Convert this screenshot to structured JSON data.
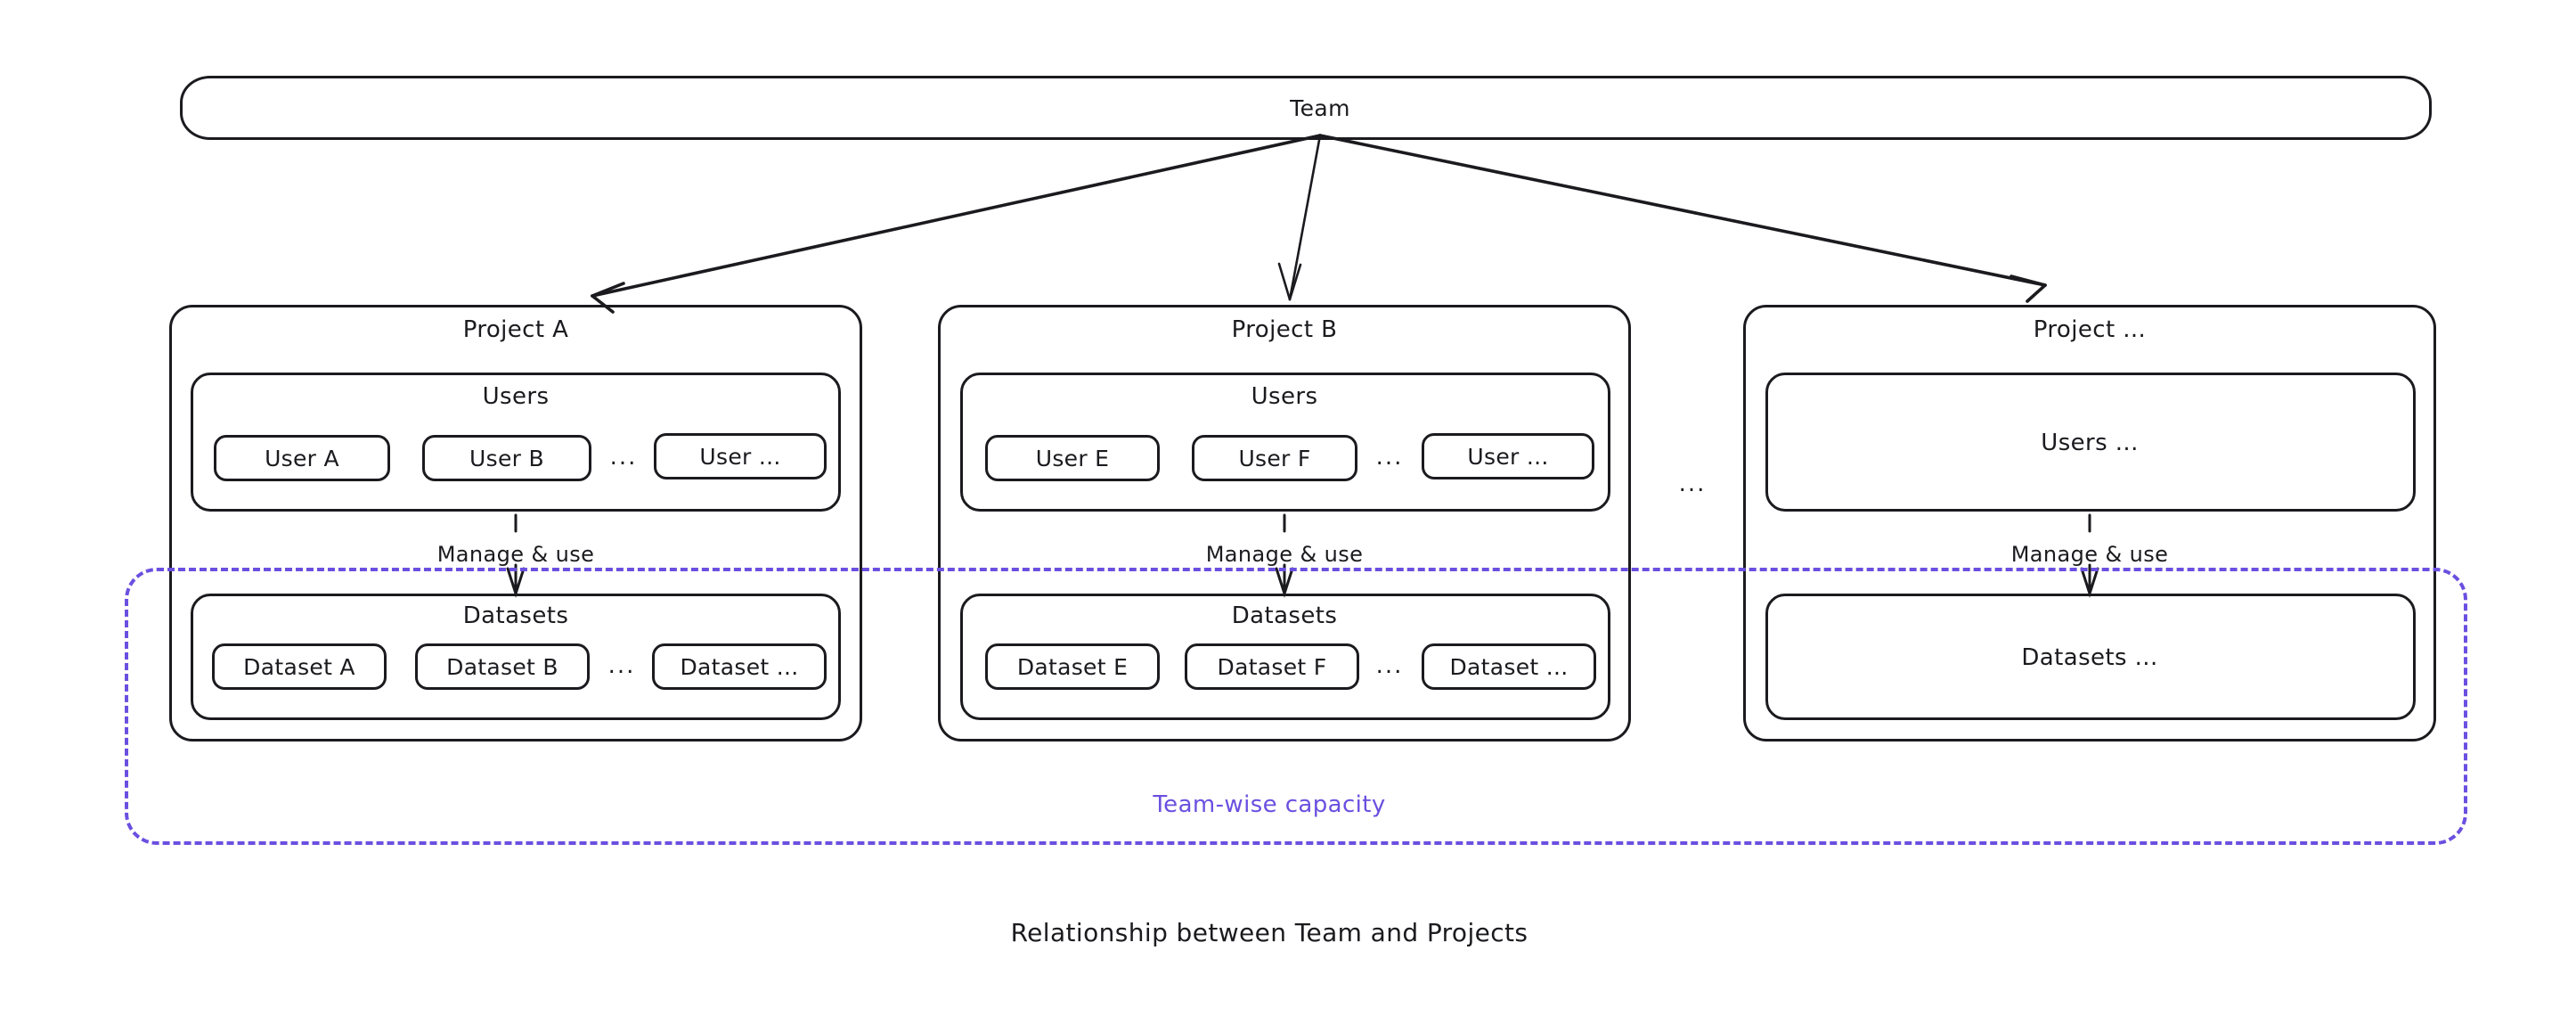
{
  "diagram": {
    "caption": "Relationship between Team and Projects",
    "capacity_label": "Team-wise capacity",
    "accent_color": "#6b4fe0",
    "stroke_color": "#1b1b1f",
    "background_color": "#ffffff"
  },
  "team": {
    "title": "Team"
  },
  "ellipsis": {
    "between_projects": "...",
    "users_a": "...",
    "users_b": "...",
    "datasets_a": "...",
    "datasets_b": "..."
  },
  "projects": [
    {
      "title": "Project A",
      "users_group_title": "Users",
      "users": [
        "User A",
        "User B",
        "User ..."
      ],
      "relation_label": "Manage & use",
      "datasets_group_title": "Datasets",
      "datasets": [
        "Dataset A",
        "Dataset B",
        "Dataset ..."
      ]
    },
    {
      "title": "Project B",
      "users_group_title": "Users",
      "users": [
        "User E",
        "User F",
        "User ..."
      ],
      "relation_label": "Manage & use",
      "datasets_group_title": "Datasets",
      "datasets": [
        "Dataset E",
        "Dataset F",
        "Dataset ..."
      ]
    },
    {
      "title": "Project ...",
      "users_group_title": "Users ...",
      "users": [],
      "relation_label": "Manage & use",
      "datasets_group_title": "Datasets ...",
      "datasets": []
    }
  ]
}
